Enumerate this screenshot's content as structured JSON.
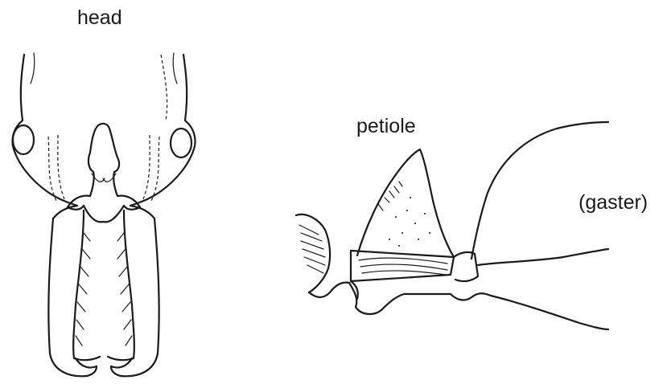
{
  "labels": {
    "head": "head",
    "petiole": "petiole",
    "gaster": "(gaster)"
  }
}
